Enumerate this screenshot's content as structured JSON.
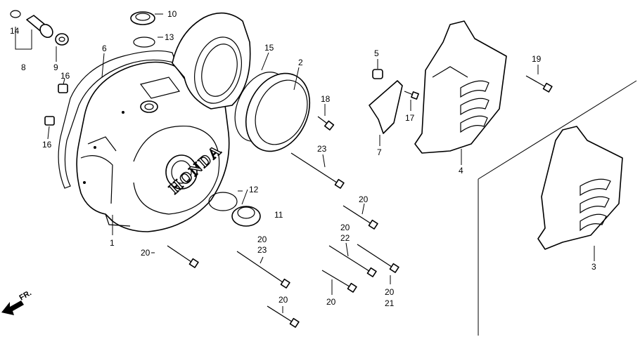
{
  "brand_text": "HONDA",
  "direction_label": "FR.",
  "callouts": [
    {
      "id": "c1",
      "label": "1"
    },
    {
      "id": "c2",
      "label": "2"
    },
    {
      "id": "c3",
      "label": "3"
    },
    {
      "id": "c4",
      "label": "4"
    },
    {
      "id": "c5",
      "label": "5"
    },
    {
      "id": "c6",
      "label": "6"
    },
    {
      "id": "c7",
      "label": "7"
    },
    {
      "id": "c8",
      "label": "8"
    },
    {
      "id": "c9",
      "label": "9"
    },
    {
      "id": "c10",
      "label": "10"
    },
    {
      "id": "c11",
      "label": "11"
    },
    {
      "id": "c12",
      "label": "12"
    },
    {
      "id": "c13",
      "label": "13"
    },
    {
      "id": "c14",
      "label": "14"
    },
    {
      "id": "c15",
      "label": "15"
    },
    {
      "id": "c16a",
      "label": "16"
    },
    {
      "id": "c16b",
      "label": "16"
    },
    {
      "id": "c17",
      "label": "17"
    },
    {
      "id": "c18",
      "label": "18"
    },
    {
      "id": "c19",
      "label": "19"
    },
    {
      "id": "c20a",
      "label": "20"
    },
    {
      "id": "c20b",
      "label": "20"
    },
    {
      "id": "c20c",
      "label": "20"
    },
    {
      "id": "c20d",
      "label": "20"
    },
    {
      "id": "c20e",
      "label": "20"
    },
    {
      "id": "c20f",
      "label": "20"
    },
    {
      "id": "c20g",
      "label": "20"
    },
    {
      "id": "c21",
      "label": "21"
    },
    {
      "id": "c22",
      "label": "22"
    },
    {
      "id": "c23a",
      "label": "23"
    },
    {
      "id": "c23b",
      "label": "23"
    }
  ]
}
